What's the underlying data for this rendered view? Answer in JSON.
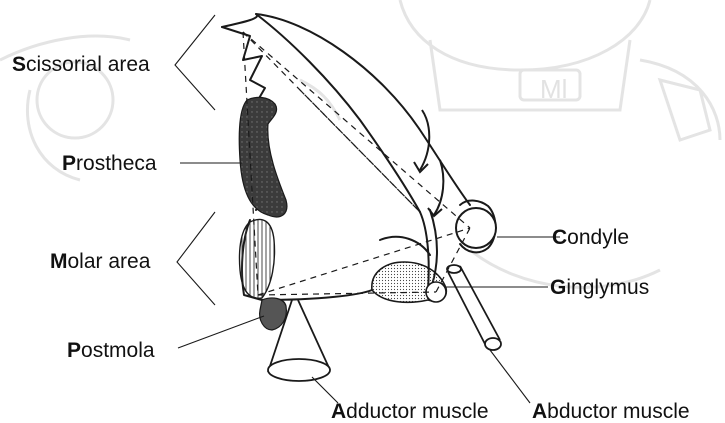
{
  "labels": {
    "scissorial_area": {
      "first": "S",
      "rest": "cissorial area"
    },
    "prostheca": {
      "first": "P",
      "rest": "rostheca"
    },
    "molar_area": {
      "first": "M",
      "rest": "olar area"
    },
    "postmola": {
      "first": "P",
      "rest": "ostmola"
    },
    "condyle": {
      "first": "C",
      "rest": "ondyle"
    },
    "ginglymus": {
      "first": "G",
      "rest": "inglymus"
    },
    "adductor_muscle": {
      "first": "A",
      "rest": "dductor muscle"
    },
    "abductor_muscle": {
      "first": "A",
      "rest": "bductor muscle"
    }
  },
  "colors": {
    "ink": "#1a1a1a",
    "prostheca_fill": "#3b3b3b",
    "postmola_fill": "#555555",
    "background_ghost": "#e6e6e6"
  },
  "watermark": "Ml"
}
